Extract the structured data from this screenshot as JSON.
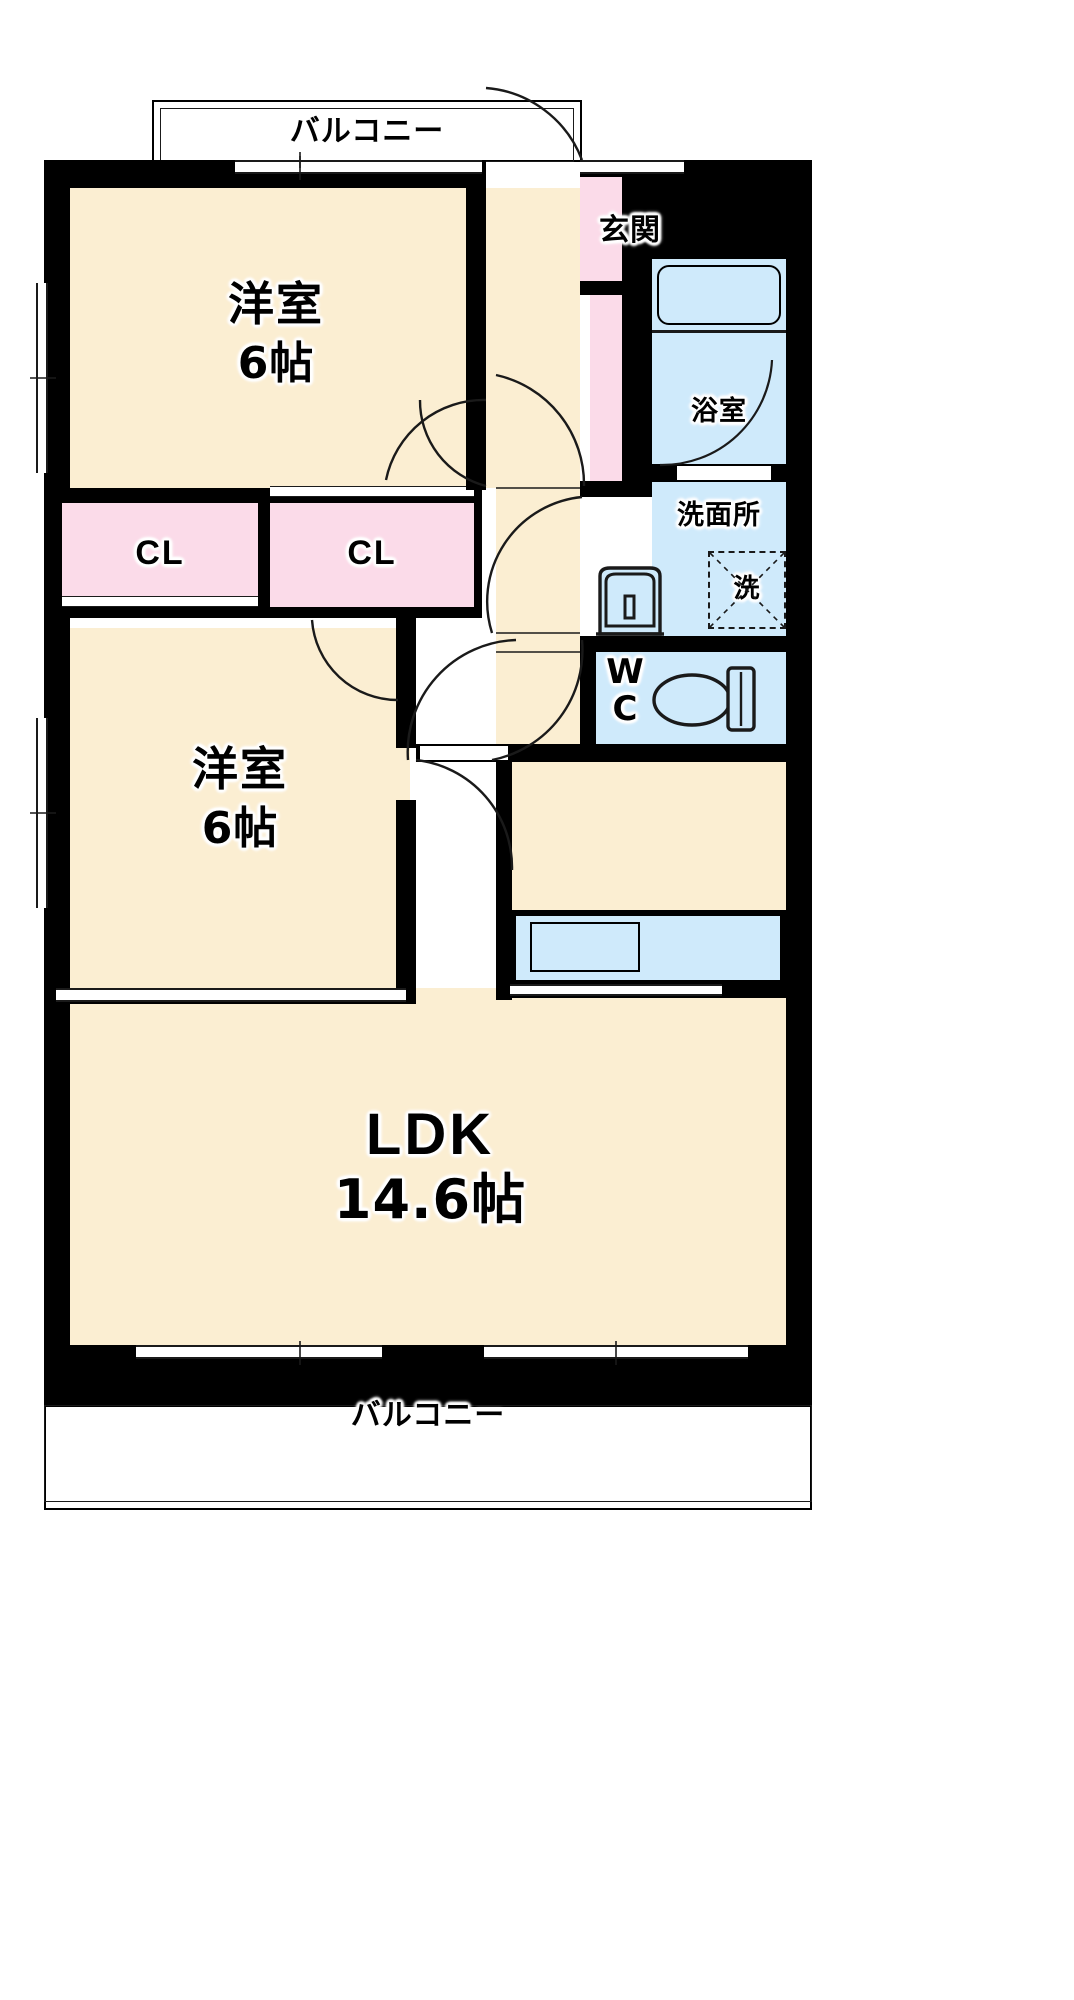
{
  "plan": {
    "type": "japanese-apartment-floor-plan",
    "layout_name": "2LDK",
    "rooms": [
      {
        "id": "balcony_north",
        "label": "バルコニー",
        "kind": "balcony"
      },
      {
        "id": "washitsu_north",
        "label": "洋室",
        "size": "6帖",
        "kind": "western-room"
      },
      {
        "id": "washitsu_south",
        "label": "洋室",
        "size": "6帖",
        "kind": "western-room"
      },
      {
        "id": "ldk",
        "label": "LDK",
        "size": "14.6帖",
        "kind": "living-dining-kitchen"
      },
      {
        "id": "genkan",
        "label": "玄関",
        "kind": "entrance"
      },
      {
        "id": "bath",
        "label": "浴室",
        "kind": "bathroom"
      },
      {
        "id": "washroom",
        "label": "洗面所",
        "kind": "washroom"
      },
      {
        "id": "washer",
        "label": "洗",
        "kind": "washing-machine-space"
      },
      {
        "id": "wc",
        "label": "WC",
        "kind": "toilet"
      },
      {
        "id": "closet_left",
        "label": "CL",
        "kind": "closet"
      },
      {
        "id": "closet_right",
        "label": "CL",
        "kind": "closet"
      },
      {
        "id": "balcony_south",
        "label": "バルコニー",
        "kind": "balcony"
      }
    ],
    "labels": {
      "balcony_north": "バルコニー",
      "balcony_south": "バルコニー",
      "room_north_name": "洋室",
      "room_north_size": "6帖",
      "room_south_name": "洋室",
      "room_south_size": "6帖",
      "ldk_name": "LDK",
      "ldk_size": "14.6帖",
      "genkan": "玄関",
      "bath": "浴室",
      "washroom": "洗面所",
      "washer": "洗",
      "wc_top": "W",
      "wc_bottom": "C",
      "closet_left": "CL",
      "closet_right": "CL"
    },
    "colors": {
      "wall": "#000000",
      "room_fill": "#fbeed2",
      "closet_fill": "#fbdbe9",
      "wet_fill": "#cfeafb",
      "background": "#ffffff",
      "line": "#1a1a1a"
    }
  }
}
